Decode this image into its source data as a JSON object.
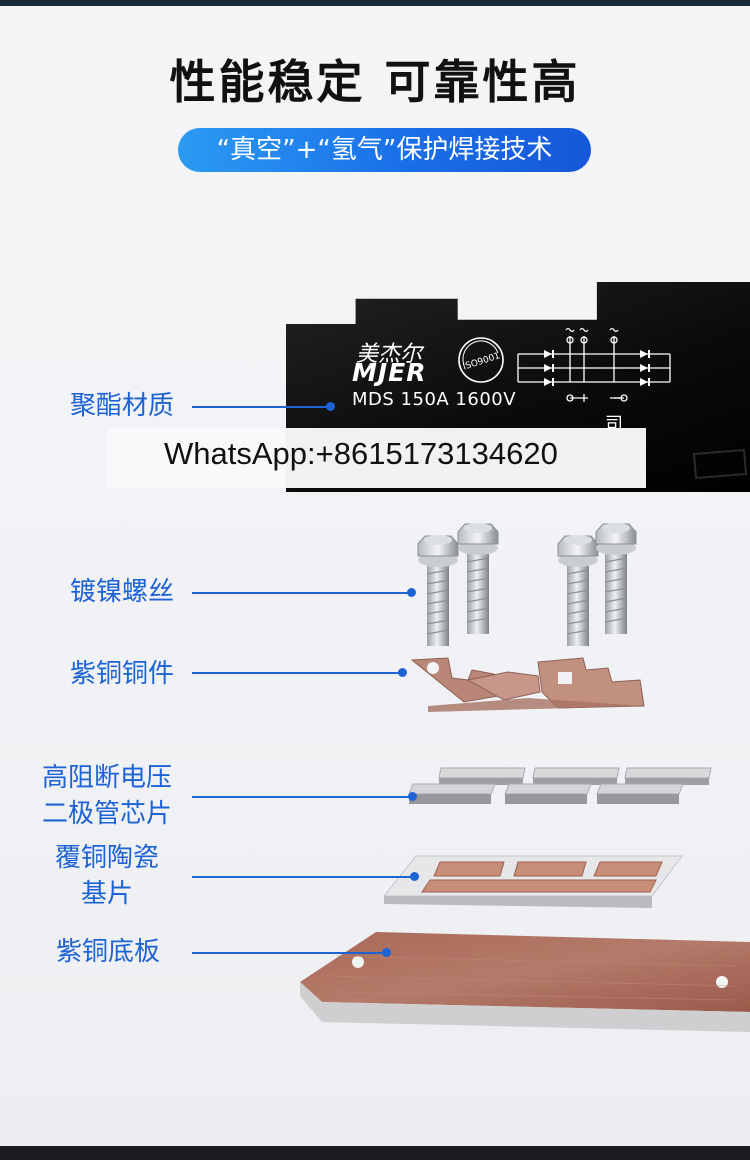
{
  "headline": "性能稳定 可靠性高",
  "tagline": "“真空”+“氢气”保护焊接技术",
  "module": {
    "brand_cn": "美杰尔",
    "brand_en": "MJER",
    "iso_seal": "ISO9001",
    "model": "MDS  150A 1600V",
    "company_fragment": "司",
    "color": "#0b0b0b"
  },
  "whatsapp": "WhatsApp:+8615173134620",
  "callouts": [
    {
      "line1": "聚酯材质"
    },
    {
      "line1": "镀镍螺丝"
    },
    {
      "line1": "紫铜铜件"
    },
    {
      "line1": "高阻断电压",
      "line2": "二极管芯片"
    },
    {
      "line1": "覆铜陶瓷",
      "line2": "基片"
    },
    {
      "line1": "紫铜底板"
    }
  ],
  "colors": {
    "accent": "#1d63d4",
    "pill_start": "#2b9bf3",
    "pill_end": "#1557d8",
    "copper": "#b07a68"
  }
}
